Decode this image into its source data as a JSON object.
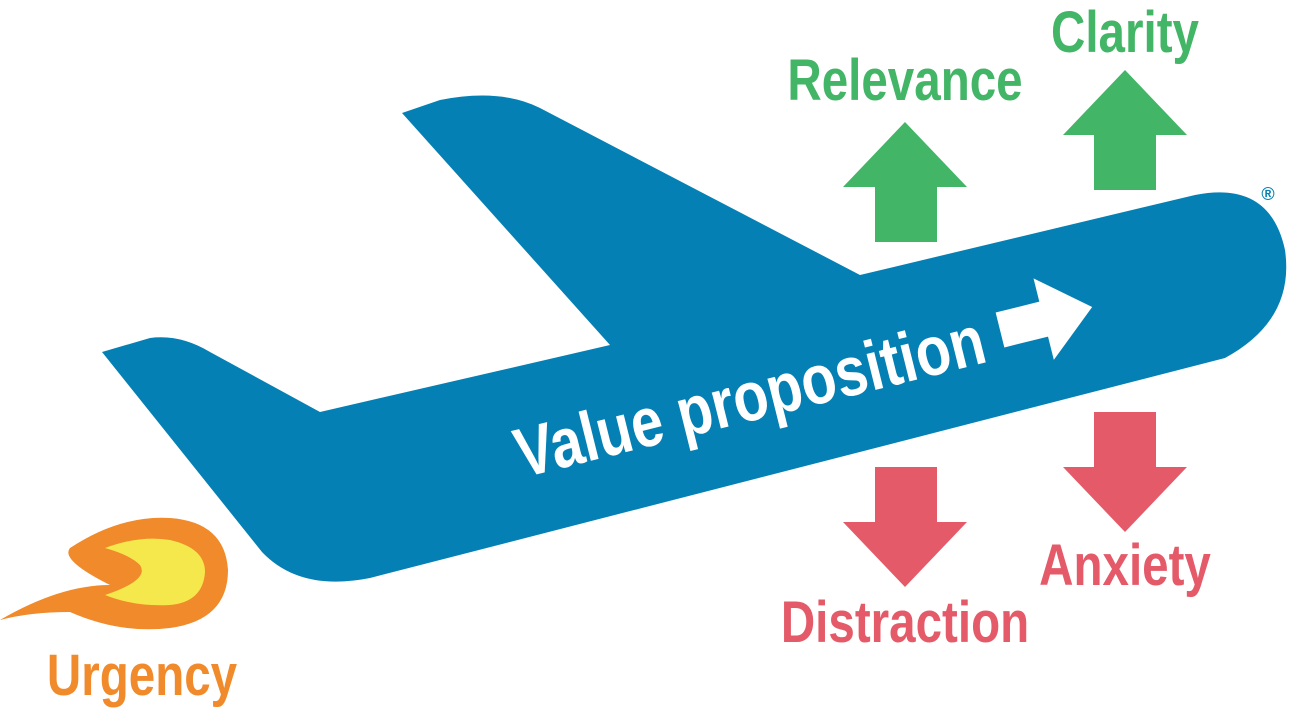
{
  "main_label": "Value proposition",
  "registered_mark": "®",
  "factors": {
    "relevance": "Relevance",
    "clarity": "Clarity",
    "distraction": "Distraction",
    "anxiety": "Anxiety",
    "urgency": "Urgency"
  },
  "colors": {
    "plane": "#0580b4",
    "positive": "#43b566",
    "negative": "#e45a68",
    "urgency": "#f08a2a",
    "flame_core": "#f5e84d"
  }
}
